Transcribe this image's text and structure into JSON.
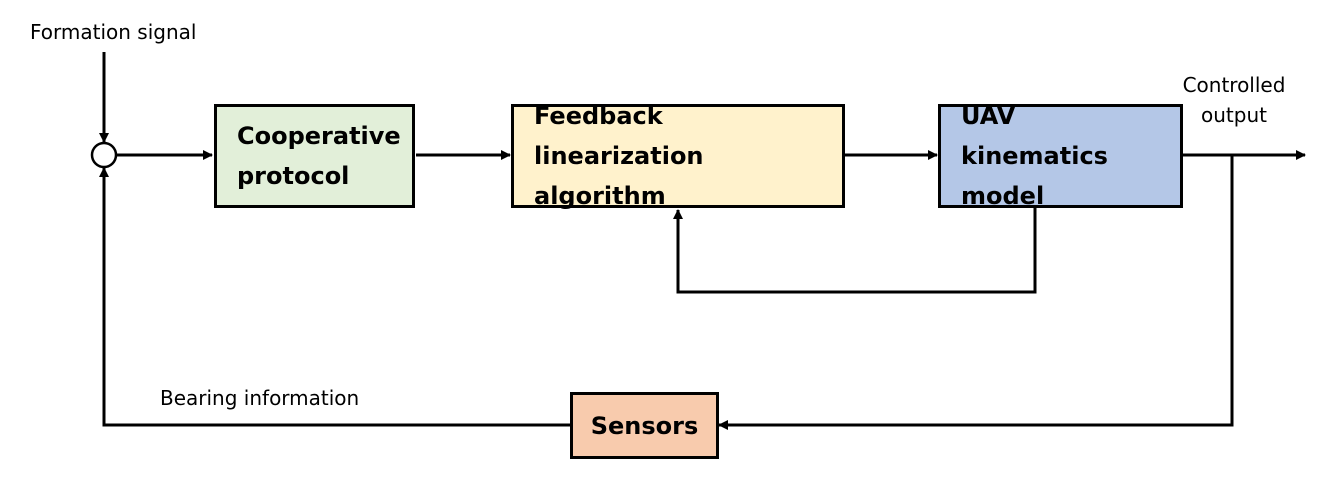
{
  "blocks": {
    "cooperative": {
      "label": "Cooperative\nprotocol",
      "color": "#e2efd9"
    },
    "feedback": {
      "label": "Feedback linearization\nalgorithm",
      "color": "#fff2cc"
    },
    "uav": {
      "label": "UAV kinematics\nmodel",
      "color": "#b4c7e7"
    },
    "sensors": {
      "label": "Sensors",
      "color": "#f8cbad"
    }
  },
  "labels": {
    "formation_signal": "Formation signal",
    "controlled_output": "Controlled\noutput",
    "bearing_information": "Bearing information"
  },
  "colors": {
    "line": "#000000",
    "background": "#ffffff"
  }
}
